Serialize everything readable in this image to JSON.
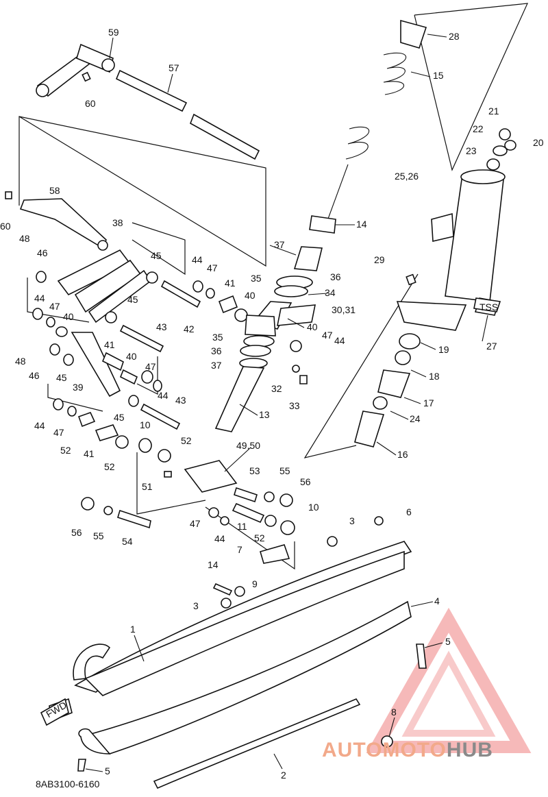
{
  "diagram": {
    "labels": [
      {
        "id": "l59",
        "text": "59"
      },
      {
        "id": "l57",
        "text": "57"
      },
      {
        "id": "l60a",
        "text": "60"
      },
      {
        "id": "l28",
        "text": "28"
      },
      {
        "id": "l15",
        "text": "15"
      },
      {
        "id": "l21",
        "text": "21"
      },
      {
        "id": "l22",
        "text": "22"
      },
      {
        "id": "l20",
        "text": "20"
      },
      {
        "id": "l23",
        "text": "23"
      },
      {
        "id": "l2526",
        "text": "25,26"
      },
      {
        "id": "l58",
        "text": "58"
      },
      {
        "id": "l60b",
        "text": "60"
      },
      {
        "id": "l14a",
        "text": "14"
      },
      {
        "id": "l38",
        "text": "38"
      },
      {
        "id": "l48a",
        "text": "48"
      },
      {
        "id": "l46a",
        "text": "46"
      },
      {
        "id": "l45a",
        "text": "45"
      },
      {
        "id": "l44a",
        "text": "44"
      },
      {
        "id": "l47a",
        "text": "47"
      },
      {
        "id": "l37a",
        "text": "37"
      },
      {
        "id": "l29",
        "text": "29"
      },
      {
        "id": "l35a",
        "text": "35"
      },
      {
        "id": "l36a",
        "text": "36"
      },
      {
        "id": "l34",
        "text": "34"
      },
      {
        "id": "l41a",
        "text": "41"
      },
      {
        "id": "l40a",
        "text": "40"
      },
      {
        "id": "l44b",
        "text": "44"
      },
      {
        "id": "l47b",
        "text": "47"
      },
      {
        "id": "l40b",
        "text": "40"
      },
      {
        "id": "l45b",
        "text": "45"
      },
      {
        "id": "l42",
        "text": "42"
      },
      {
        "id": "l3031",
        "text": "30,31"
      },
      {
        "id": "l27",
        "text": "27"
      },
      {
        "id": "l43a",
        "text": "43"
      },
      {
        "id": "l35b",
        "text": "35"
      },
      {
        "id": "l40c",
        "text": "40"
      },
      {
        "id": "l47c",
        "text": "47"
      },
      {
        "id": "l44c",
        "text": "44"
      },
      {
        "id": "l48b",
        "text": "48"
      },
      {
        "id": "l41b",
        "text": "41"
      },
      {
        "id": "l19",
        "text": "19"
      },
      {
        "id": "l36b",
        "text": "36"
      },
      {
        "id": "l46b",
        "text": "46"
      },
      {
        "id": "l45c",
        "text": "45"
      },
      {
        "id": "l40d",
        "text": "40"
      },
      {
        "id": "l47d",
        "text": "47"
      },
      {
        "id": "l37b",
        "text": "37"
      },
      {
        "id": "l18",
        "text": "18"
      },
      {
        "id": "l39",
        "text": "39"
      },
      {
        "id": "l44d",
        "text": "44"
      },
      {
        "id": "l32",
        "text": "32"
      },
      {
        "id": "l33",
        "text": "33"
      },
      {
        "id": "l17",
        "text": "17"
      },
      {
        "id": "l43b",
        "text": "43"
      },
      {
        "id": "l45d",
        "text": "45"
      },
      {
        "id": "l13",
        "text": "13"
      },
      {
        "id": "l24",
        "text": "24"
      },
      {
        "id": "l44e",
        "text": "44"
      },
      {
        "id": "l47e",
        "text": "47"
      },
      {
        "id": "l10a",
        "text": "10"
      },
      {
        "id": "l52a",
        "text": "52"
      },
      {
        "id": "l4950",
        "text": "49,50"
      },
      {
        "id": "l16",
        "text": "16"
      },
      {
        "id": "l52b",
        "text": "52"
      },
      {
        "id": "l41c",
        "text": "41"
      },
      {
        "id": "l52c",
        "text": "52"
      },
      {
        "id": "l53",
        "text": "53"
      },
      {
        "id": "l55a",
        "text": "55"
      },
      {
        "id": "l51",
        "text": "51"
      },
      {
        "id": "l56a",
        "text": "56"
      },
      {
        "id": "l10b",
        "text": "10"
      },
      {
        "id": "l3a",
        "text": "3"
      },
      {
        "id": "l6",
        "text": "6"
      },
      {
        "id": "l47f",
        "text": "47"
      },
      {
        "id": "l11",
        "text": "11"
      },
      {
        "id": "l52d",
        "text": "52"
      },
      {
        "id": "l56b",
        "text": "56"
      },
      {
        "id": "l55b",
        "text": "55"
      },
      {
        "id": "l44f",
        "text": "44"
      },
      {
        "id": "l54",
        "text": "54"
      },
      {
        "id": "l7",
        "text": "7"
      },
      {
        "id": "l14b",
        "text": "14"
      },
      {
        "id": "l9",
        "text": "9"
      },
      {
        "id": "l4",
        "text": "4"
      },
      {
        "id": "l3b",
        "text": "3"
      },
      {
        "id": "l1",
        "text": "1"
      },
      {
        "id": "l5a",
        "text": "5"
      },
      {
        "id": "l8",
        "text": "8"
      },
      {
        "id": "l5b",
        "text": "5"
      },
      {
        "id": "l2",
        "text": "2"
      }
    ],
    "fwd_label": "FWD",
    "tss_label": "TSS",
    "drawing_code": "8AB3100-6160"
  },
  "watermark": {
    "part1": "AUTOMOTO",
    "part2": "HUB",
    "color1": "#f2a98a",
    "color2": "#8a8a8a"
  }
}
